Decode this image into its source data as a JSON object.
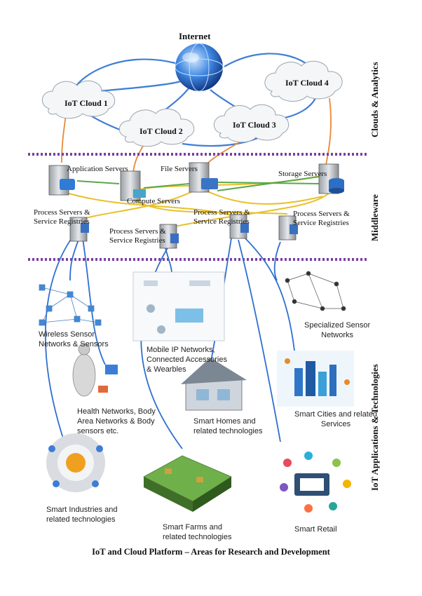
{
  "top": {
    "internet": "Internet"
  },
  "clouds": [
    "IoT Cloud 1",
    "IoT Cloud 2",
    "IoT Cloud 3",
    "IoT Cloud 4"
  ],
  "servers": {
    "application": "Application Servers",
    "compute": "Compute Servers",
    "file": "File Servers",
    "storage": "Storage Servers",
    "process": "Process Servers &\nService Registries"
  },
  "applications": {
    "wireless": "Wireless Sensor\nNetworks & Sensors",
    "mobile": "Mobile IP Networks,\nConnected Accessories\n& Wearbles",
    "specialized": "Specialized Sensor\nNetworks",
    "health": "Health Networks, Body\nArea Networks & Body\nsensors etc.",
    "homes": "Smart Homes and\nrelated technologies",
    "cities": "Smart Cities and related\nServices",
    "industries": "Smart Industries and\nrelated technologies",
    "farms": "Smart Farms and\nrelated technologies",
    "retail": "Smart Retail"
  },
  "side_labels": {
    "clouds": "Clouds & Analytics",
    "middleware": "Middleware",
    "iot": "IoT Applications & Technologies"
  },
  "caption": "IoT and Cloud Platform – Areas for Research and Development",
  "colors": {
    "blue_link": "#3f7fd6",
    "orange_link": "#e8883a",
    "yellow_link": "#e8c02a",
    "green_link": "#5aa84a",
    "divider": "#7b3fa0"
  }
}
